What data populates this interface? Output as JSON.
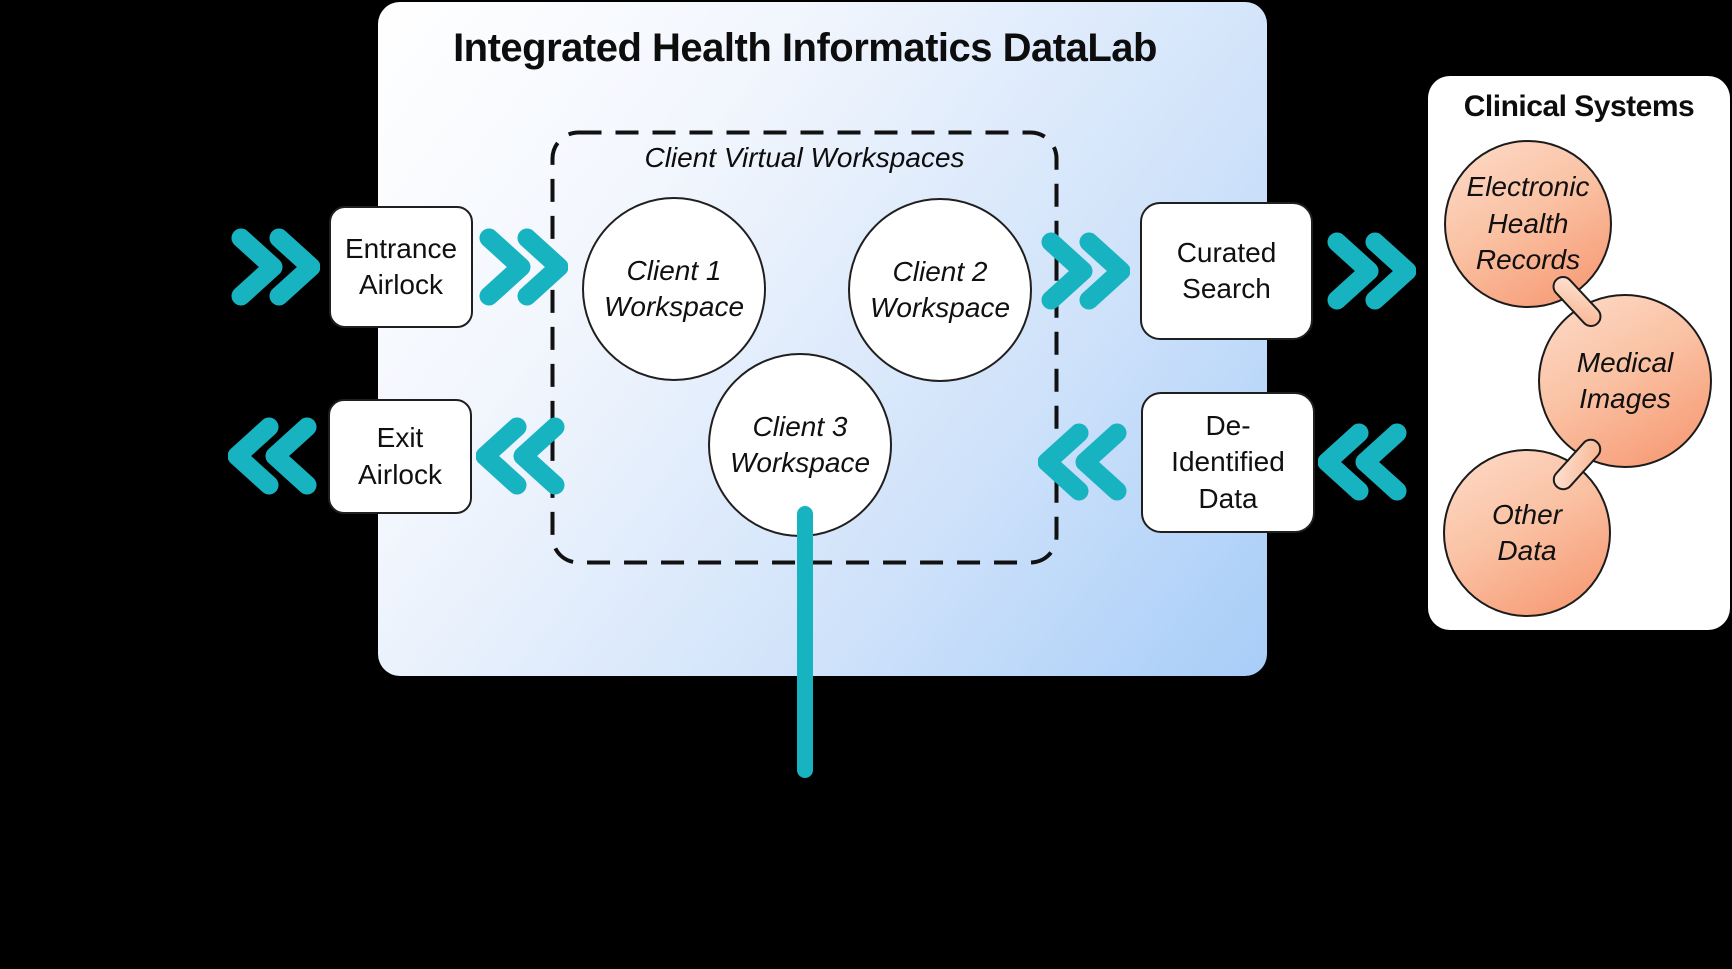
{
  "colors": {
    "teal_accent": "#18b3c1",
    "datalab_blue": "#a7cdf8",
    "clinical_peach": "#f6946d",
    "background": "#000000"
  },
  "datalab": {
    "title": "Integrated Health Informatics DataLab",
    "workspace_zone_label": "Client Virtual Workspaces",
    "client1": {
      "line1": "Client 1",
      "line2": "Workspace"
    },
    "client2": {
      "line1": "Client 2",
      "line2": "Workspace"
    },
    "client3": {
      "line1": "Client 3",
      "line2": "Workspace"
    }
  },
  "airlocks": {
    "entrance": {
      "line1": "Entrance",
      "line2": "Airlock"
    },
    "exit": {
      "line1": "Exit",
      "line2": "Airlock"
    }
  },
  "outputs": {
    "curated_search": {
      "line1": "Curated",
      "line2": "Search"
    },
    "deidentified_data": {
      "line1": "De-",
      "line2": "Identified",
      "line3": "Data"
    }
  },
  "clinical_systems": {
    "title": "Clinical Systems",
    "ehr": {
      "line1": "Electronic",
      "line2": "Health",
      "line3": "Records"
    },
    "medical_images": {
      "line1": "Medical",
      "line2": "Images"
    },
    "other_data": {
      "line1": "Other",
      "line2": "Data"
    }
  }
}
